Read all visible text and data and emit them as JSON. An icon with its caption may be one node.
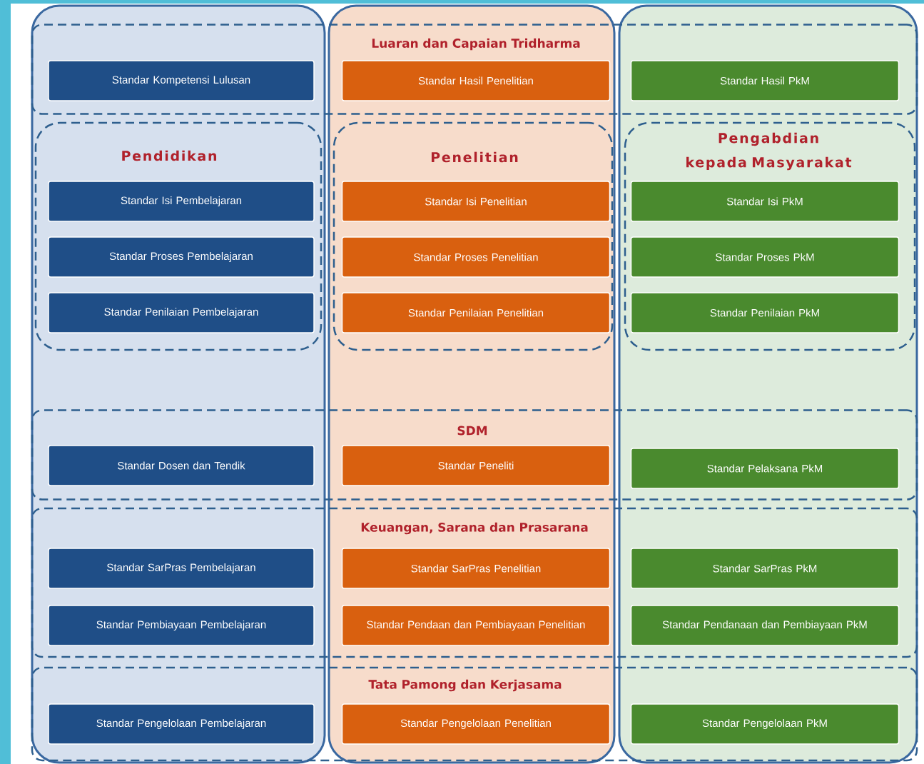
{
  "diagram": {
    "nodes": [
      {
        "text": [
          "Luaran dan Capaian Tridharma"
        ]
      },
      {
        "text": [
          "Standar Kompetensi Lulusan"
        ],
        "in": 0
      },
      {
        "text": [
          "Standar Hasil Penelitian"
        ],
        "in": 0
      },
      {
        "text": [
          "Standar Hasil PkM"
        ],
        "in": 0
      },
      {
        "text": [
          "Pendidikan"
        ]
      },
      {
        "text": [
          "Standar Isi Pembelajaran"
        ],
        "in": 4
      },
      {
        "text": [
          "Standar Proses Pembelajaran"
        ],
        "in": 4
      },
      {
        "text": [
          "Standar Penilaian Pembelajaran"
        ],
        "in": 4
      },
      {
        "text": [
          "Penelitian"
        ]
      },
      {
        "text": [
          "Standar Isi Penelitian"
        ],
        "in": 8
      },
      {
        "text": [
          "Standar Proses Penelitian"
        ],
        "in": 8
      },
      {
        "text": [
          "Standar Penilaian Penelitian"
        ],
        "in": 8
      },
      {
        "text": [
          "Pengabdian kepada Masyarakat"
        ]
      },
      {
        "text": [
          "Standar Isi PkM"
        ],
        "in": 12
      },
      {
        "text": [
          "Standar Proses PkM"
        ],
        "in": 12
      },
      {
        "text": [
          "Standar Penilaian PkM"
        ],
        "in": 12
      },
      {
        "text": [
          "SDM"
        ]
      },
      {
        "text": [
          "Standar Dosen dan Tendik"
        ],
        "in": 16
      },
      {
        "text": [
          "Standar Peneliti"
        ],
        "in": 16
      },
      {
        "text": [
          "Standar Pelaksana PkM"
        ],
        "in": 16
      },
      {
        "text": [
          "Keuangan, Sarana dan Prasarana"
        ]
      },
      {
        "text": [
          "Standar SarPras Pembelajaran"
        ],
        "in": 20
      },
      {
        "text": [
          "Standar SarPras Penelitian"
        ],
        "in": 20
      },
      {
        "text": [
          "Standar SarPras PkM"
        ],
        "in": 20
      },
      {
        "text": [
          "Standar Pembiayaan Pembelajaran"
        ],
        "in": 20
      },
      {
        "text": [
          "Standar Pendaan dan Pembiayaan Penelitian"
        ],
        "in": 20
      },
      {
        "text": [
          "Standar Pendanaan dan Pembiayaan PkM"
        ],
        "in": 20
      },
      {
        "text": [
          "Tata Pamong dan Kerjasama"
        ]
      },
      {
        "text": [
          "Standar Pengelolaan Pembelajaran"
        ],
        "in": 27
      },
      {
        "text": [
          "Standar Pengelolaan Penelitian"
        ],
        "in": 27
      },
      {
        "text": [
          "Standar Pengelolaan PkM"
        ],
        "in": 27
      }
    ]
  }
}
